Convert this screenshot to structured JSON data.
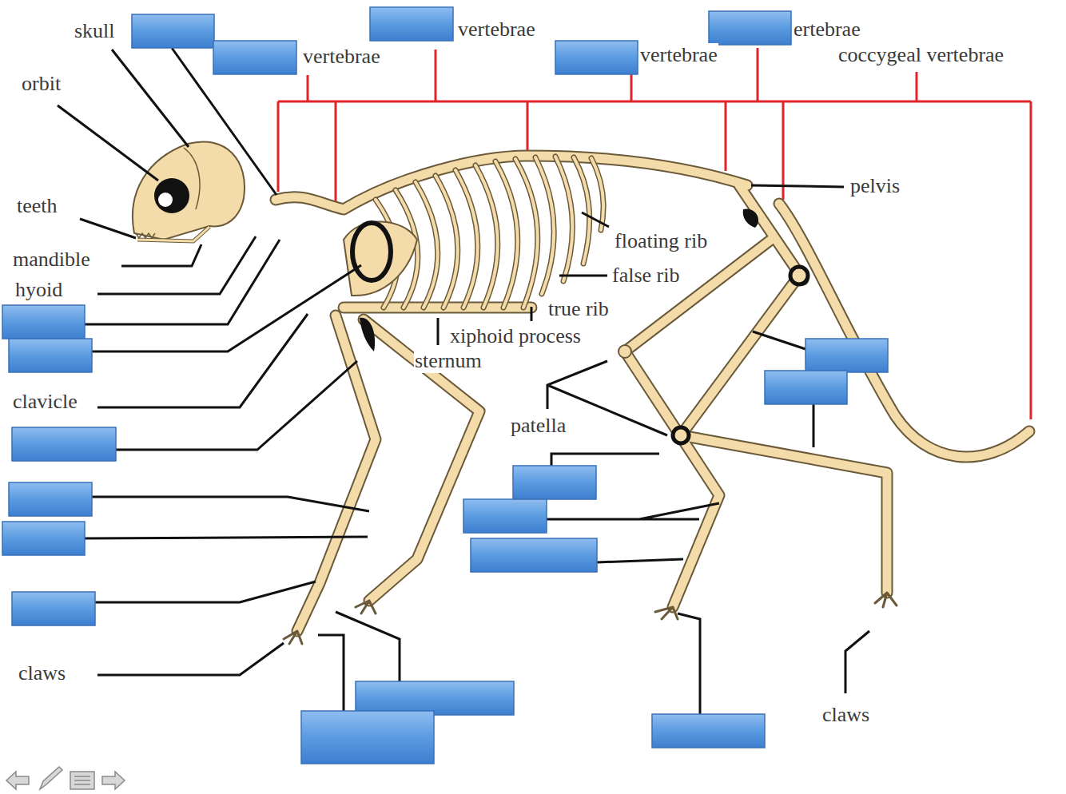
{
  "diagram": {
    "labels": [
      "skull",
      "vertebrae",
      "vertebrae",
      "vertebrae",
      "ertebrae",
      "coccygeal vertebrae",
      "orbit",
      "teeth",
      "mandible",
      "hyoid",
      "pelvis",
      "floating rib",
      "false rib",
      "true rib",
      "xiphoid process",
      "sternum",
      "clavicle",
      "patella",
      "claws",
      "claws"
    ]
  }
}
